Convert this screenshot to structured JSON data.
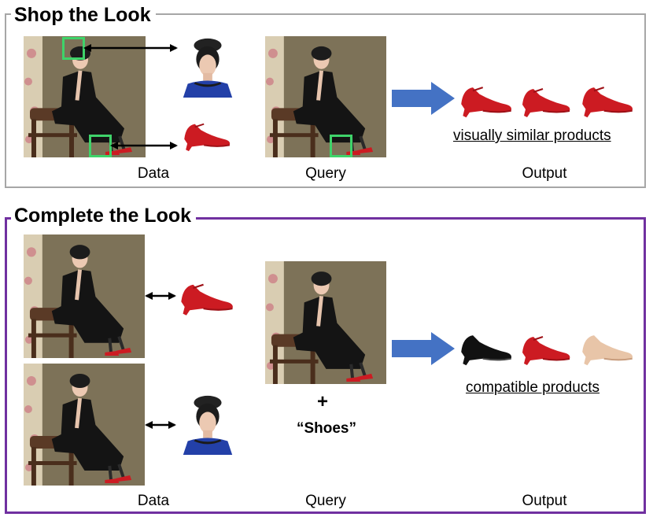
{
  "sections": {
    "shop": {
      "title": "Shop the Look",
      "data_label": "Data",
      "query_label": "Query",
      "output_label": "Output",
      "result_label": "visually similar products"
    },
    "complete": {
      "title": "Complete the Look",
      "data_label": "Data",
      "query_label": "Query",
      "output_label": "Output",
      "result_label": "compatible products",
      "query_plus": "+",
      "query_text": "“Shoes”"
    }
  },
  "colors": {
    "shop_border": "#a6a6a6",
    "complete_border": "#7030a0",
    "arrow_fill": "#4472c4",
    "highlight_box": "#3fd36a"
  }
}
